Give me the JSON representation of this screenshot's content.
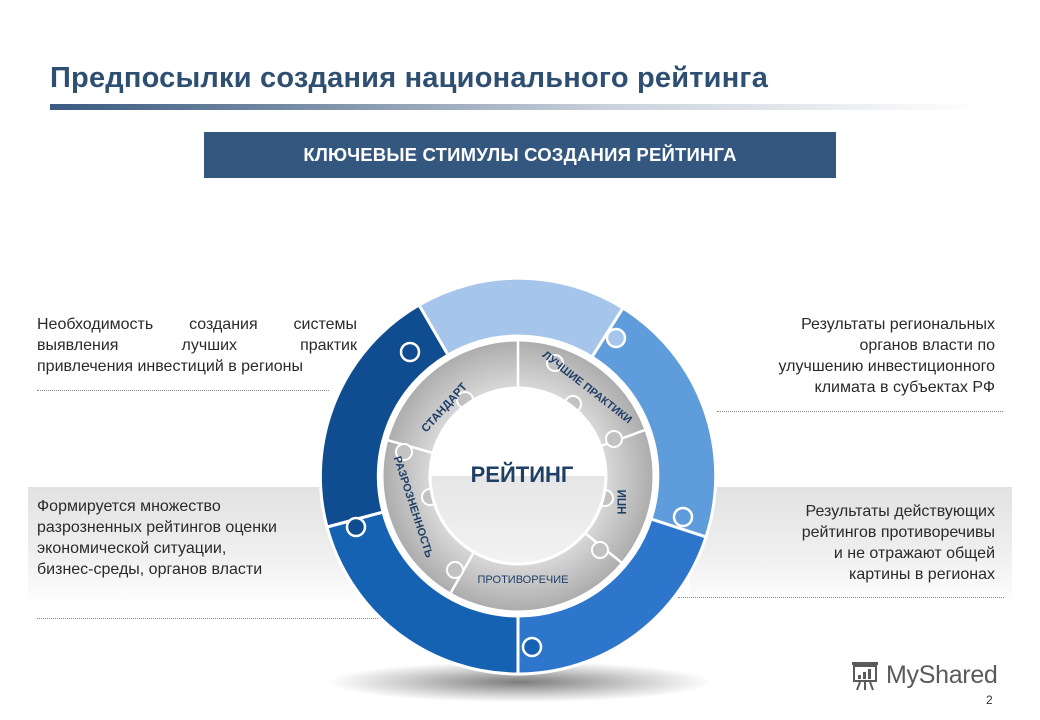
{
  "slide": {
    "title": "Предпосылки создания национального рейтинга",
    "banner": "КЛЮЧЕВЫЕ СТИМУЛЫ СОЗДАНИЯ РЕЙТИНГА",
    "page_number": "2"
  },
  "texts": {
    "top_left": {
      "lines": [
        "Необходимость создания системы",
        "выявления лучших практик",
        "привлечения инвестиций в регионы"
      ]
    },
    "top_right": {
      "lines": [
        "Результаты региональных",
        "органов власти по",
        "улучшению инвестиционного",
        "климата в субъектах РФ"
      ]
    },
    "bottom_left": {
      "lines": [
        "Формируется множество",
        "разрозненных рейтингов оценки",
        "экономической ситуации,",
        "бизнес-среды, органов власти"
      ]
    },
    "bottom_right": {
      "lines": [
        "Результаты действующих",
        "рейтингов противоречивы",
        "и не отражают общей",
        "картины в регионах"
      ]
    }
  },
  "diagram": {
    "center_label": "РЕЙТИНГ",
    "inner_segments": [
      "СТАНДАРТ",
      "ЛУЧШИЕ ПРАКТИКИ",
      "НПИ",
      "ПРОТИВОРЕЧИЕ",
      "РАЗРОЗНЕННОСТЬ"
    ],
    "outer_colors": {
      "top": "#a5c6ea",
      "right": "#5f9cdb",
      "bottom_right": "#2d76cc",
      "bottom_left": "#1562b2",
      "left": "#0f4c90"
    },
    "inner_color": "#b4b4b4",
    "text_color": "#1f3f66"
  },
  "logo": {
    "text": "MyShared",
    "icon": "presentation-chart-icon"
  }
}
